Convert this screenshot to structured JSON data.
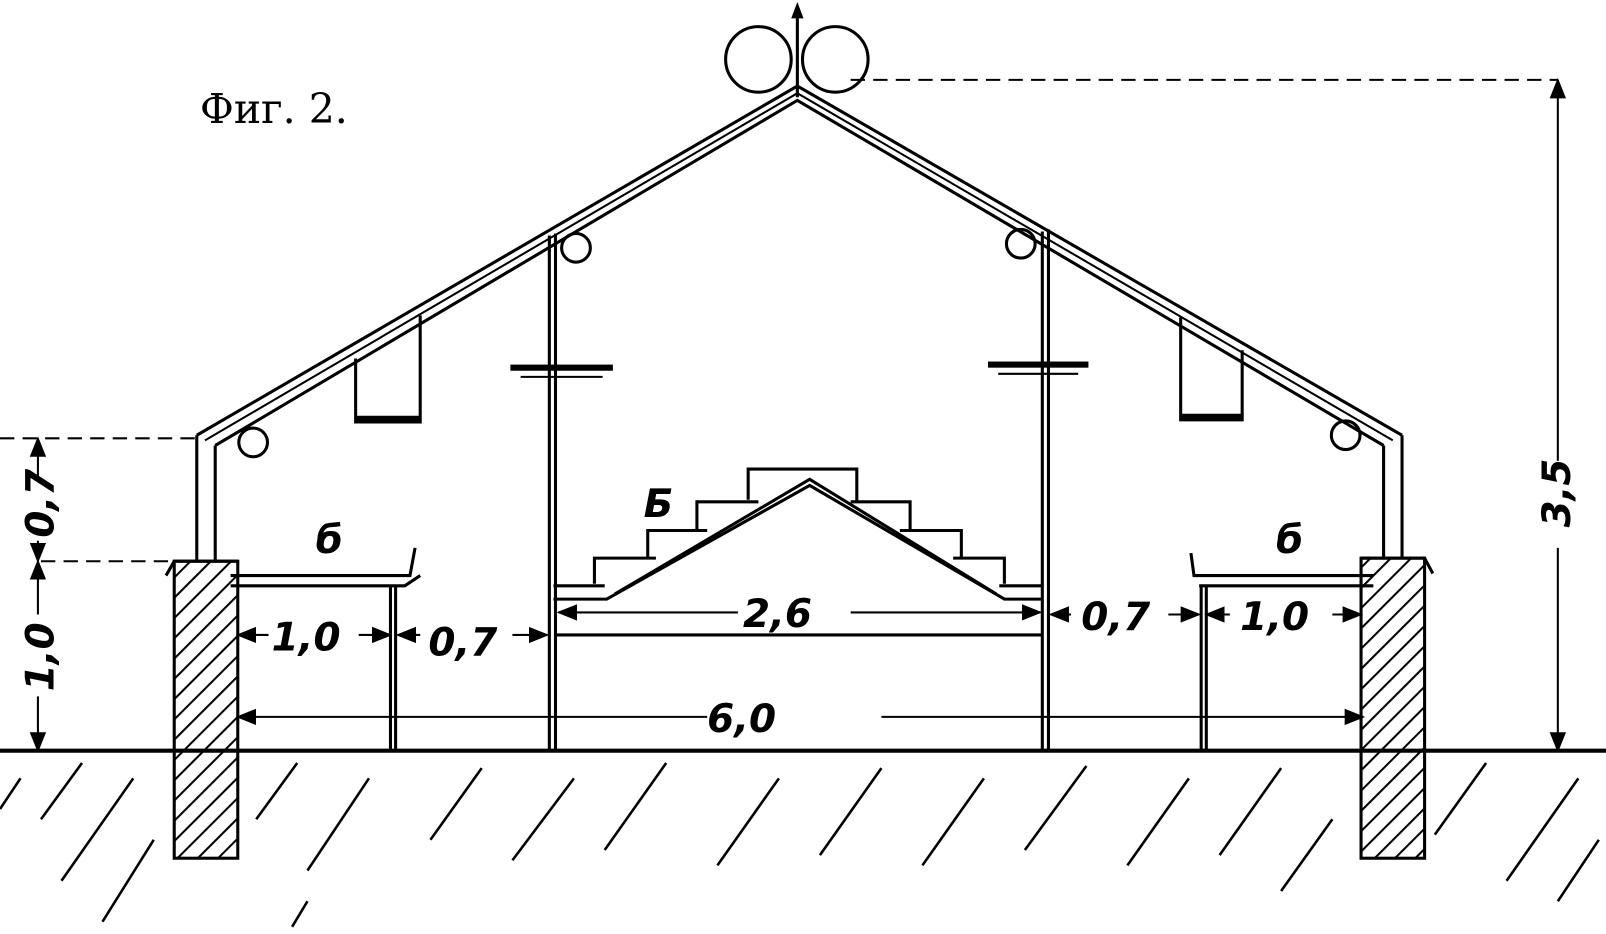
{
  "figure": {
    "title": "Фиг. 2."
  },
  "labels": {
    "center_stage": "Б",
    "left_bench": "б",
    "right_bench": "б"
  },
  "dimensions": {
    "total_height": "3,5",
    "side_wall_height": "0,7",
    "bench_height": "1,0",
    "total_width": "6,0",
    "center_width": "2,6",
    "left_bench_width": "1,0",
    "left_path_width": "0,7",
    "right_path_width": "0,7",
    "right_bench_width": "1,0"
  }
}
